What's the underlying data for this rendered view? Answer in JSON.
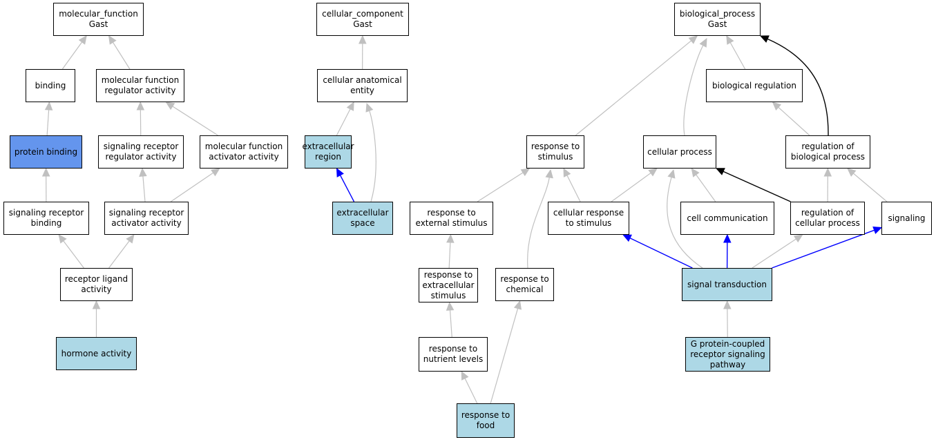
{
  "colors": {
    "plain": "#ffffff",
    "annotated": "#add8e6",
    "highlight": "#6495ed",
    "edge_default": "#c0c0c0",
    "edge_black": "#000000",
    "edge_blue": "#0000ff"
  },
  "nodes": [
    {
      "id": "mf",
      "label": "molecular_function\nGast",
      "style": "plain"
    },
    {
      "id": "binding",
      "label": "binding",
      "style": "plain"
    },
    {
      "id": "mfra",
      "label": "molecular function\nregulator activity",
      "style": "plain"
    },
    {
      "id": "pb",
      "label": "protein binding",
      "style": "highlight"
    },
    {
      "id": "srra",
      "label": "signaling receptor\nregulator activity",
      "style": "plain"
    },
    {
      "id": "mfaa",
      "label": "molecular function\nactivator activity",
      "style": "plain"
    },
    {
      "id": "srb",
      "label": "signaling receptor\nbinding",
      "style": "plain"
    },
    {
      "id": "sraa",
      "label": "signaling receptor\nactivator activity",
      "style": "plain"
    },
    {
      "id": "rla",
      "label": "receptor ligand\nactivity",
      "style": "plain"
    },
    {
      "id": "ha",
      "label": "hormone activity",
      "style": "annotated"
    },
    {
      "id": "cc",
      "label": "cellular_component\nGast",
      "style": "plain"
    },
    {
      "id": "cae",
      "label": "cellular anatomical\nentity",
      "style": "plain"
    },
    {
      "id": "er",
      "label": "extracellular\nregion",
      "style": "annotated"
    },
    {
      "id": "es",
      "label": "extracellular\nspace",
      "style": "annotated"
    },
    {
      "id": "bp",
      "label": "biological_process\nGast",
      "style": "plain"
    },
    {
      "id": "breg",
      "label": "biological regulation",
      "style": "plain"
    },
    {
      "id": "rts",
      "label": "response to\nstimulus",
      "style": "plain"
    },
    {
      "id": "cp",
      "label": "cellular process",
      "style": "plain"
    },
    {
      "id": "rbp",
      "label": "regulation of\nbiological process",
      "style": "plain"
    },
    {
      "id": "rtes",
      "label": "response to\nexternal stimulus",
      "style": "plain"
    },
    {
      "id": "crts",
      "label": "cellular response\nto stimulus",
      "style": "plain"
    },
    {
      "id": "cco",
      "label": "cell communication",
      "style": "plain"
    },
    {
      "id": "rcp",
      "label": "regulation of\ncellular process",
      "style": "plain"
    },
    {
      "id": "sig",
      "label": "signaling",
      "style": "plain"
    },
    {
      "id": "rtecs",
      "label": "response to\nextracellular\nstimulus",
      "style": "plain"
    },
    {
      "id": "rtc",
      "label": "response to\nchemical",
      "style": "plain"
    },
    {
      "id": "st",
      "label": "signal transduction",
      "style": "annotated"
    },
    {
      "id": "rtnl",
      "label": "response to\nnutrient levels",
      "style": "plain"
    },
    {
      "id": "gpcr",
      "label": "G protein-coupled\nreceptor signaling\npathway",
      "style": "annotated"
    },
    {
      "id": "rtf",
      "label": "response to\nfood",
      "style": "annotated"
    }
  ],
  "edges": [
    {
      "from": "binding",
      "to": "mf",
      "color": "edge_default"
    },
    {
      "from": "mfra",
      "to": "mf",
      "color": "edge_default"
    },
    {
      "from": "pb",
      "to": "binding",
      "color": "edge_default"
    },
    {
      "from": "srra",
      "to": "mfra",
      "color": "edge_default"
    },
    {
      "from": "mfaa",
      "to": "mfra",
      "color": "edge_default"
    },
    {
      "from": "srb",
      "to": "pb",
      "color": "edge_default"
    },
    {
      "from": "sraa",
      "to": "srra",
      "color": "edge_default"
    },
    {
      "from": "sraa",
      "to": "mfaa",
      "color": "edge_default"
    },
    {
      "from": "rla",
      "to": "srb",
      "color": "edge_default"
    },
    {
      "from": "rla",
      "to": "sraa",
      "color": "edge_default"
    },
    {
      "from": "ha",
      "to": "rla",
      "color": "edge_default"
    },
    {
      "from": "cae",
      "to": "cc",
      "color": "edge_default"
    },
    {
      "from": "er",
      "to": "cae",
      "color": "edge_default"
    },
    {
      "from": "es",
      "to": "cae",
      "color": "edge_default",
      "curve": "es-cae"
    },
    {
      "from": "es",
      "to": "er",
      "color": "edge_blue"
    },
    {
      "from": "rts",
      "to": "bp",
      "color": "edge_default"
    },
    {
      "from": "cp",
      "to": "bp",
      "color": "edge_default",
      "curve": "cp-bp"
    },
    {
      "from": "breg",
      "to": "bp",
      "color": "edge_default"
    },
    {
      "from": "rbp",
      "to": "bp",
      "color": "edge_black",
      "curve": "rbp-bp"
    },
    {
      "from": "rbp",
      "to": "breg",
      "color": "edge_default"
    },
    {
      "from": "rtes",
      "to": "rts",
      "color": "edge_default"
    },
    {
      "from": "crts",
      "to": "rts",
      "color": "edge_default"
    },
    {
      "from": "rtc",
      "to": "rts",
      "color": "edge_default",
      "curve": "rtc-rts"
    },
    {
      "from": "crts",
      "to": "cp",
      "color": "edge_default"
    },
    {
      "from": "cco",
      "to": "cp",
      "color": "edge_default"
    },
    {
      "from": "rcp",
      "to": "cp",
      "color": "edge_black"
    },
    {
      "from": "st",
      "to": "cp",
      "color": "edge_default",
      "curve": "st-cp"
    },
    {
      "from": "rcp",
      "to": "rbp",
      "color": "edge_default"
    },
    {
      "from": "sig",
      "to": "rbp",
      "color": "edge_default"
    },
    {
      "from": "rtecs",
      "to": "rtes",
      "color": "edge_default"
    },
    {
      "from": "rtnl",
      "to": "rtecs",
      "color": "edge_default"
    },
    {
      "from": "rtf",
      "to": "rtnl",
      "color": "edge_default"
    },
    {
      "from": "rtf",
      "to": "rtc",
      "color": "edge_default"
    },
    {
      "from": "st",
      "to": "crts",
      "color": "edge_blue"
    },
    {
      "from": "st",
      "to": "cco",
      "color": "edge_blue"
    },
    {
      "from": "st",
      "to": "rcp",
      "color": "edge_default"
    },
    {
      "from": "st",
      "to": "sig",
      "color": "edge_blue"
    },
    {
      "from": "gpcr",
      "to": "st",
      "color": "edge_default"
    }
  ]
}
